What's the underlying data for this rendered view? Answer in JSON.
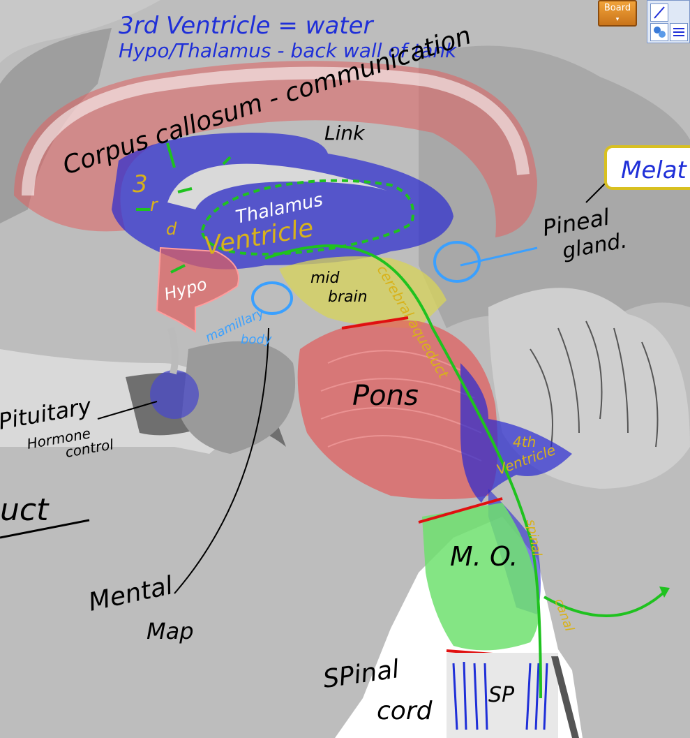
{
  "toolbar": {
    "board_label": "Board",
    "accent": "#e08a24"
  },
  "annotations": {
    "line1": "3rd Ventricle = water",
    "line2": "Hypo/Thalamus - back wall of tank",
    "corpus_callosum": "Corpus callosum - communication",
    "link": "Link",
    "third_3": "3",
    "third_r": "r",
    "third_d": "d",
    "thalamus": "Thalamus",
    "ventricle": "Ventricle",
    "hypo": "Hypo",
    "midbrain_1": "mid",
    "midbrain_2": "brain",
    "mamillary_1": "mamillary",
    "mamillary_2": "body",
    "pineal_1": "Pineal",
    "pineal_2": "gland.",
    "melatonin": "Melat",
    "pons": "Pons",
    "cerebral_aqueduct": "cerebral aqueduct",
    "fourth_1": "4th",
    "fourth_2": "Ventricle",
    "pituitary": "Pituitary",
    "hormone_1": "Hormone",
    "hormone_2": "control",
    "uct": "uct",
    "mo": "M. O.",
    "spinal_canal_1": "spinal",
    "spinal_canal_2": "canal",
    "mental_1": "Mental",
    "mental_2": "Map",
    "spinal_cord_1": "SPinal",
    "spinal_cord_2": "cord",
    "sp": "SP"
  },
  "colors": {
    "blue_ink": "#1f2fd8",
    "green_ink": "#1fc21f",
    "yellow_ink": "#d8b21a",
    "red_region": "#e06060",
    "blue_region": "#2a2ad0",
    "yellow_region": "#d8d45a",
    "green_region": "#6ee06e",
    "light_blue_ink": "#3aa0ff"
  }
}
